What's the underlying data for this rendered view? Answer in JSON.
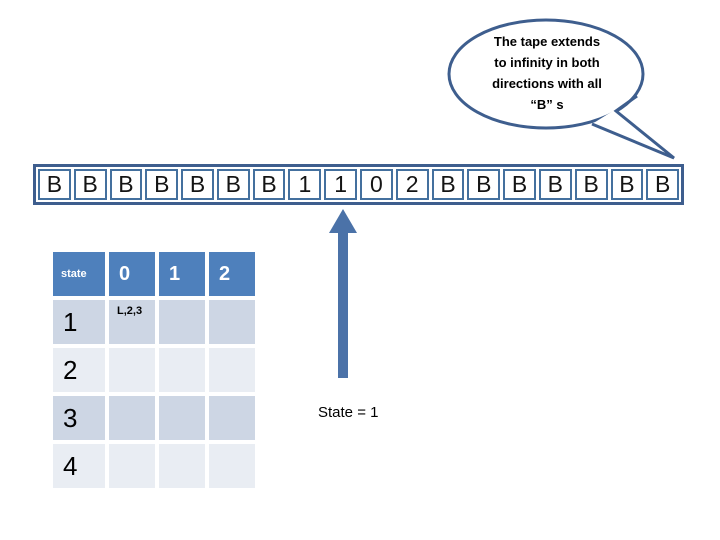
{
  "bubble": {
    "lines": [
      "The tape extends",
      "to infinity in both",
      "directions with all",
      "“B” s"
    ]
  },
  "tape": {
    "cells": [
      "B",
      "B",
      "B",
      "B",
      "B",
      "B",
      "B",
      "1",
      "1",
      "0",
      "2",
      "B",
      "B",
      "B",
      "B",
      "B",
      "B",
      "B"
    ]
  },
  "pointer": {
    "label": "State = 1",
    "points_to_cell_index": 8
  },
  "table": {
    "header": [
      "state",
      "0",
      "1",
      "2"
    ],
    "rows": [
      {
        "label": "1",
        "cells": [
          "L,2,3",
          "",
          ""
        ]
      },
      {
        "label": "2",
        "cells": [
          "",
          "",
          ""
        ]
      },
      {
        "label": "3",
        "cells": [
          "",
          "",
          ""
        ]
      },
      {
        "label": "4",
        "cells": [
          "",
          "",
          ""
        ]
      }
    ]
  },
  "colors": {
    "outline": "#3E5E8E",
    "cell_border": "#44709E",
    "arrow": "#4B72A8",
    "header_blue": "#4E80BC",
    "row_dark": "#CDD6E4",
    "row_light": "#E9EDF3"
  }
}
